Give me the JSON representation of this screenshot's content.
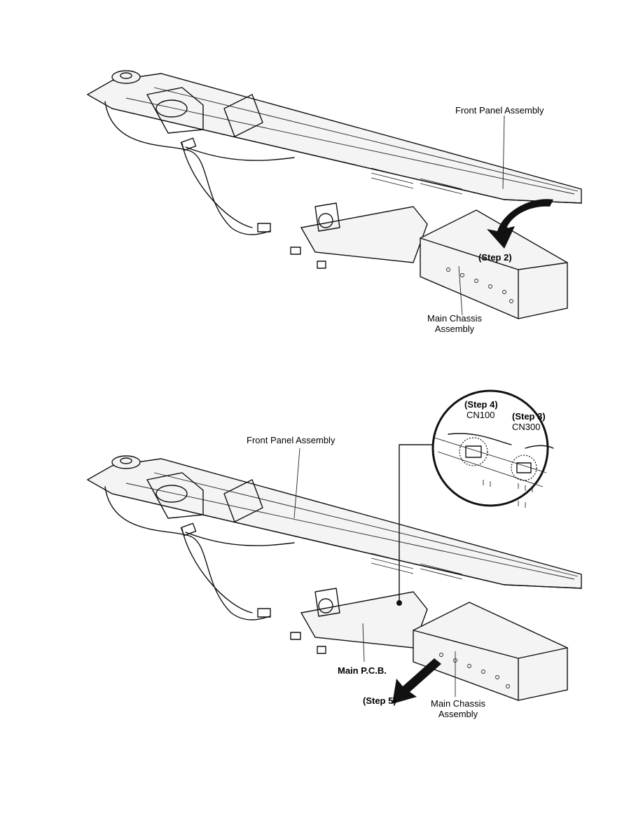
{
  "figures": [
    {
      "labels": {
        "front_panel": "Front Panel Assembly",
        "step2": "(Step 2)",
        "main_chassis_line1": "Main Chassis",
        "main_chassis_line2": "Assembly"
      }
    },
    {
      "labels": {
        "front_panel": "Front Panel Assembly",
        "step4": "(Step 4)",
        "cn100": "CN100",
        "step3": "(Step 3)",
        "cn300": "CN300",
        "main_pcb": "Main P.C.B.",
        "step5": "(Step 5)",
        "main_chassis_line1": "Main Chassis",
        "main_chassis_line2": "Assembly"
      }
    }
  ]
}
